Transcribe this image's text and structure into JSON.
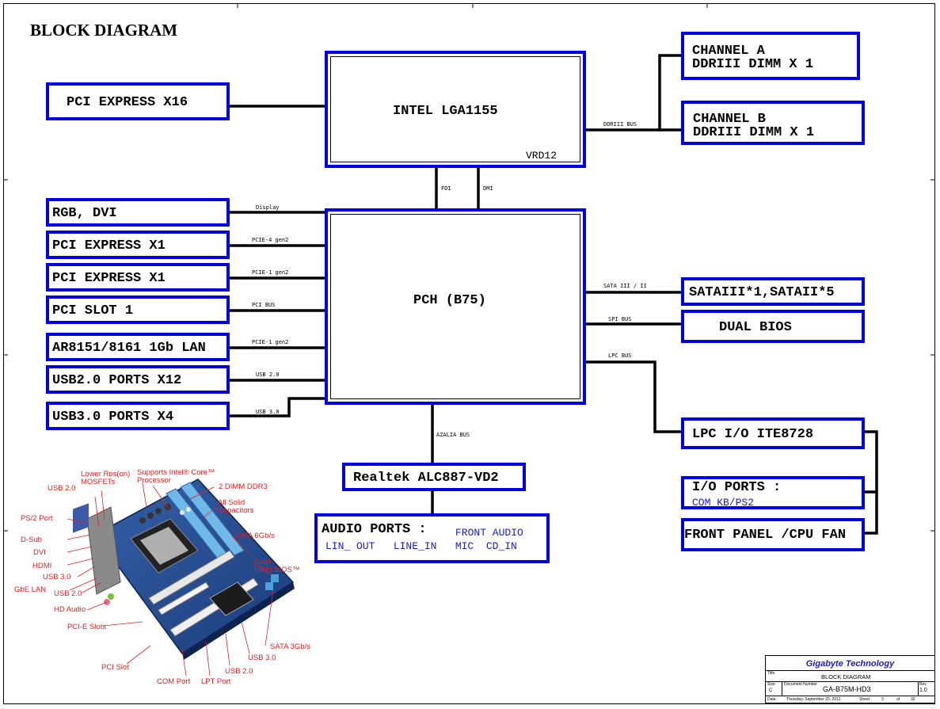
{
  "title": "BLOCK DIAGRAM",
  "blocks": {
    "cpu": "INTEL LGA1155",
    "vrd": "VRD12",
    "pch": "PCH (B75)",
    "pcie16": "PCI EXPRESS X16",
    "chA1": "CHANNEL A",
    "chA2": "DDRIII  DIMM X 1",
    "chB1": "CHANNEL B",
    "chB2": "DDRIII  DIMM X 1",
    "rgb": "RGB, DVI",
    "pcie1a": "PCI EXPRESS X1",
    "pcie1b": "PCI EXPRESS X1",
    "pcislot": "PCI SLOT 1",
    "lan": "AR8151/8161 1Gb LAN",
    "usb2": "USB2.0 PORTS X12",
    "usb3": "USB3.0 PORTS X4",
    "sata": "SATAIII*1,SATAII*5",
    "bios": "DUAL BIOS",
    "lpcio": "LPC I/O ITE8728",
    "io1": "I/O PORTS :",
    "io2": "COM   KB/PS2",
    "front": "FRONT PANEL /CPU FAN",
    "codec": "Realtek ALC887-VD2",
    "audio1": "AUDIO PORTS :",
    "audio1b": "FRONT AUDIO",
    "audio2": "LIN_ OUT   LINE_IN   MIC  CD_IN"
  },
  "buses": {
    "ddr": "DDRIII BUS",
    "fdi": "FDI",
    "dmi": "DMI",
    "display": "Display",
    "pcie4": "PCIE-4 gen2",
    "pcie1": "PCIE-1 gen2",
    "pcibus": "PCI BUS",
    "pcie1lan": "PCIE-1 gen2",
    "usb20": "USB 2.0",
    "usb30": "USB 3.0",
    "sata": "SATA III / II",
    "spi": "SPI BUS",
    "lpc": "LPC BUS",
    "azalia": "AZALIA BUS"
  },
  "board_labels": {
    "lower_rds1": "Lower Rᴅs(on)",
    "lower_rds2": "MOSFETs",
    "supports1": "Supports Intel® Core™",
    "supports2": "Processor",
    "dimm": "2 DIMM DDR3",
    "solid1": "All Solid",
    "solid2": "Capacitors",
    "sata6": "SATA 6Gb/s",
    "dual1": "Dual",
    "dual2": "UEFI BIOS™",
    "usb20a": "USB 2.0",
    "ps2": "PS/2 Port",
    "dsub": "D-Sub",
    "dvi": "DVI",
    "hdmi": "HDMI",
    "usb30a": "USB 3.0",
    "gbe": "GbE LAN",
    "usb20b": "USB 2.0",
    "hdaudio": "HD Audio",
    "pcie": "PCI-E Slots",
    "pci": "PCI Slot",
    "com": "COM Port",
    "lpt": "LPT Port",
    "usb20c": "USB 2.0",
    "usb30b": "USB 3.0",
    "sata3": "SATA 3Gb/s"
  },
  "title_block": {
    "company": "Gigabyte Technology",
    "title_lbl": "Title",
    "title": "BLOCK DIAGRAM",
    "size_lbl": "Size",
    "size": "C",
    "doc_lbl": "Document Number",
    "doc": "GA-B75M-HD3",
    "rev_lbl": "Rev",
    "rev": "1.0",
    "date_lbl": "Date:",
    "date": "Thursday, September 20, 2012",
    "sheet_lbl": "Sheet",
    "sheet": "3",
    "of_lbl": "of",
    "of": "32"
  },
  "colors": {
    "block_border": "#0000e0",
    "wire": "#000000",
    "board_label": "#e02020",
    "company": "#1a1acc"
  }
}
